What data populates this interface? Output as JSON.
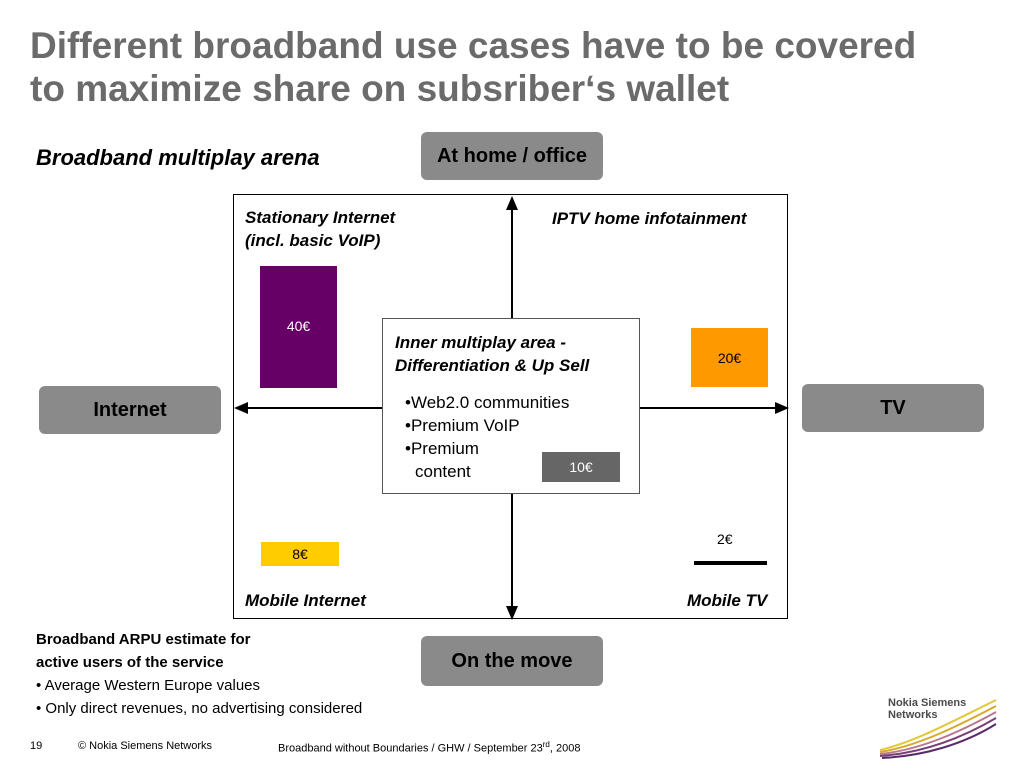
{
  "title": {
    "line1": "Different broadband use cases have to be covered",
    "line2": "to maximize share on subsriber‘s wallet"
  },
  "subtitle": "Broadband multiplay arena",
  "axes": {
    "top": "At home / office",
    "bottom": "On the move",
    "left": "Internet",
    "right": "TV"
  },
  "quadrants": {
    "top_left": {
      "line1": "Stationary Internet",
      "line2": "(incl. basic VoIP)"
    },
    "top_right": "IPTV home infotainment",
    "bottom_left": "Mobile Internet",
    "bottom_right": "Mobile TV"
  },
  "arpu": {
    "stationary_internet": "40€",
    "iptv": "20€",
    "inner": "10€",
    "mobile_internet": "8€",
    "mobile_tv": "2€"
  },
  "inner_area": {
    "title_line1": "Inner multiplay area -",
    "title_line2": "Differentiation & Up Sell",
    "items": [
      "Web2.0 communities",
      "Premium VoIP",
      "Premium",
      "content"
    ]
  },
  "note": {
    "heading_line1": "Broadband ARPU estimate for",
    "heading_line2": "active users of the service",
    "bullets": [
      "Average Western Europe values",
      "Only direct revenues, no advertising considered"
    ]
  },
  "footer": {
    "page": "19",
    "copyright": "© Nokia Siemens Networks",
    "event_prefix": "Broadband without Boundaries / GHW / September 23",
    "event_sup": "rd",
    "event_suffix": ", 2008"
  },
  "logo": {
    "line1": "Nokia Siemens",
    "line2": "Networks"
  },
  "colors": {
    "title": "#6b6b6b",
    "pill": "#8a8a8a",
    "stationary_internet": "#660066",
    "iptv": "#ff9900",
    "inner": "#666666",
    "mobile_internet": "#ffcc00",
    "mobile_tv": "#000000"
  }
}
